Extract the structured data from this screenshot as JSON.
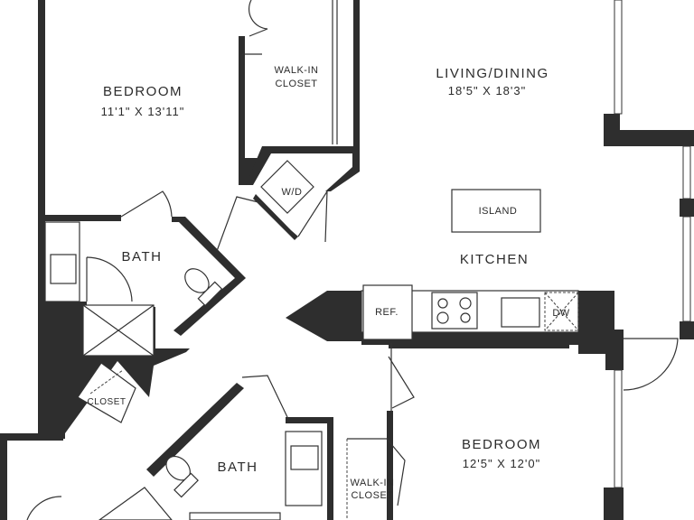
{
  "rooms": {
    "bedroom_1": {
      "name": "BEDROOM",
      "dims": "11'1\" X 13'11\""
    },
    "walkin_closet_1": {
      "line1": "WALK-IN",
      "line2": "CLOSET"
    },
    "living_dining": {
      "name": "LIVING/DINING",
      "dims": "18'5\" X 18'3\""
    },
    "wd": {
      "name": "W/D"
    },
    "island": {
      "name": "ISLAND"
    },
    "bath_1": {
      "name": "BATH"
    },
    "kitchen": {
      "name": "KITCHEN"
    },
    "ref": {
      "name": "REF."
    },
    "dw": {
      "name": "DW"
    },
    "closet": {
      "name": "CLOSET"
    },
    "bath_2": {
      "name": "BATH"
    },
    "bedroom_2": {
      "name": "BEDROOM",
      "dims": "12'5\" X 12'0\""
    },
    "walkin_closet_2": {
      "line1": "WALK-IN",
      "line2": "CLOSET"
    }
  },
  "colors": {
    "wall": "#2e2e2e",
    "background": "#ffffff"
  }
}
